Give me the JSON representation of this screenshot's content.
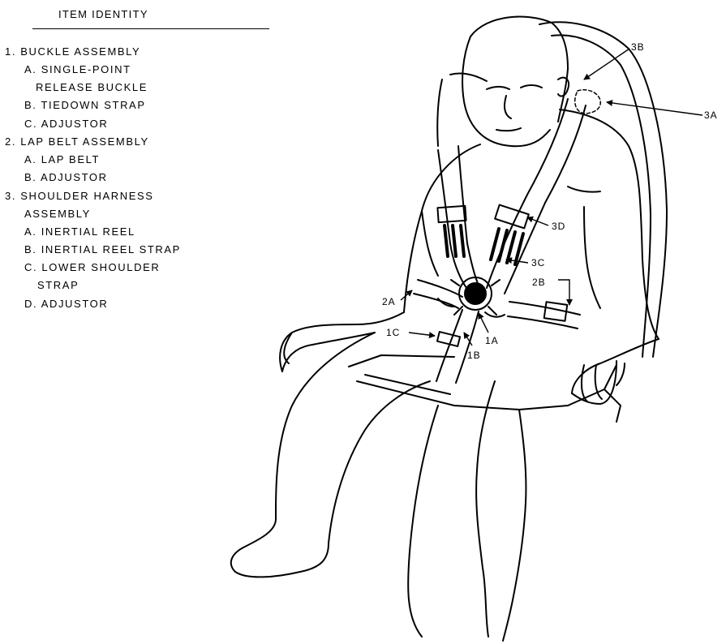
{
  "legend": {
    "title": "ITEM IDENTITY",
    "items": [
      "1. BUCKLE ASSEMBLY",
      "A. SINGLE-POINT",
      "RELEASE BUCKLE",
      "B. TIEDOWN STRAP",
      "C. ADJUSTOR",
      "2. LAP BELT ASSEMBLY",
      "A. LAP BELT",
      "B. ADJUSTOR",
      "3. SHOULDER HARNESS",
      "ASSEMBLY",
      "A. INERTIAL REEL",
      "B. INERTIAL REEL STRAP",
      "C. LOWER SHOULDER",
      "STRAP",
      "D. ADJUSTOR"
    ]
  },
  "callouts": {
    "c3B": "3B",
    "c3A": "3A",
    "c3D": "3D",
    "c3C": "3C",
    "c2B": "2B",
    "c2A": "2A",
    "c1A": "1A",
    "c1C": "1C",
    "c1B": "1B"
  }
}
